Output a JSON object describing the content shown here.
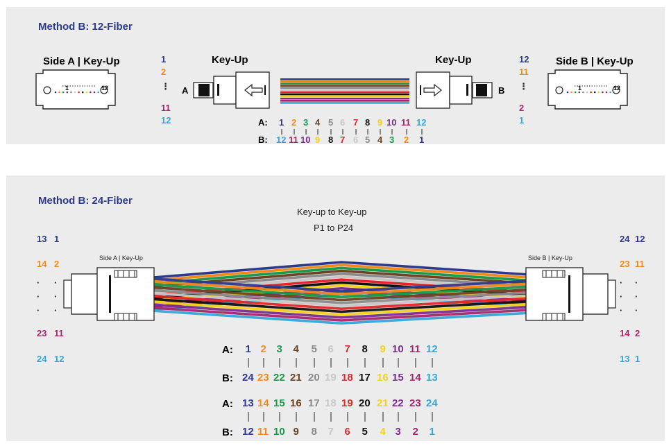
{
  "colors": {
    "panel_bg": "#ececec",
    "title": "#2e3a8c",
    "fiber": [
      "#2e3a8c",
      "#f08a1c",
      "#1a9a4a",
      "#6b4426",
      "#8a8a8a",
      "#c8c8c8",
      "#e3262b",
      "#111111",
      "#f5d21a",
      "#7b2d8e",
      "#a8256a",
      "#33a8d8"
    ]
  },
  "panel12": {
    "title": "Method B: 12-Fiber",
    "side_a": "Side A | Key-Up",
    "side_b": "Side B | Key-Up",
    "key_up_left": "Key-Up",
    "key_up_right": "Key-Up",
    "label_a": "A",
    "label_b": "B",
    "conn_left_num": "1",
    "conn_right_num": "12",
    "left_numbers": [
      "1",
      "2",
      "⋮",
      "11",
      "12"
    ],
    "right_numbers": [
      "12",
      "11",
      "⋮",
      "2",
      "1"
    ],
    "row_a_label": "A:",
    "row_b_label": "B:",
    "row_a": [
      "1",
      "2",
      "3",
      "4",
      "5",
      "6",
      "7",
      "8",
      "9",
      "10",
      "11",
      "12"
    ],
    "row_b": [
      "12",
      "11",
      "10",
      "9",
      "8",
      "7",
      "6",
      "5",
      "4",
      "3",
      "2",
      "1"
    ]
  },
  "panel24": {
    "title": "Method B: 24-Fiber",
    "subtitle1": "Key-up to Key-up",
    "subtitle2": "P1 to P24",
    "side_a": "Side A | Key-Up",
    "side_b": "Side B | Key-Up",
    "left_labels": [
      [
        "13",
        "1"
      ],
      [
        "14",
        "2"
      ],
      [
        "·",
        "·"
      ],
      [
        "·",
        "·"
      ],
      [
        "·",
        "·"
      ],
      [
        "23",
        "11"
      ],
      [
        "24",
        "12"
      ]
    ],
    "right_labels": [
      [
        "24",
        "12"
      ],
      [
        "23",
        "11"
      ],
      [
        "·",
        "·"
      ],
      [
        "·",
        "·"
      ],
      [
        "·",
        "·"
      ],
      [
        "14",
        "2"
      ],
      [
        "13",
        "1"
      ]
    ],
    "row1_a_label": "A:",
    "row1_b_label": "B:",
    "row1_a": [
      "1",
      "2",
      "3",
      "4",
      "5",
      "6",
      "7",
      "8",
      "9",
      "10",
      "11",
      "12"
    ],
    "row1_b": [
      "24",
      "23",
      "22",
      "21",
      "20",
      "19",
      "18",
      "17",
      "16",
      "15",
      "14",
      "13"
    ],
    "row2_a_label": "A:",
    "row2_b_label": "B:",
    "row2_a": [
      "13",
      "14",
      "15",
      "16",
      "17",
      "18",
      "19",
      "20",
      "21",
      "22",
      "23",
      "24"
    ],
    "row2_b": [
      "12",
      "11",
      "10",
      "9",
      "8",
      "7",
      "6",
      "5",
      "4",
      "3",
      "2",
      "1"
    ]
  }
}
